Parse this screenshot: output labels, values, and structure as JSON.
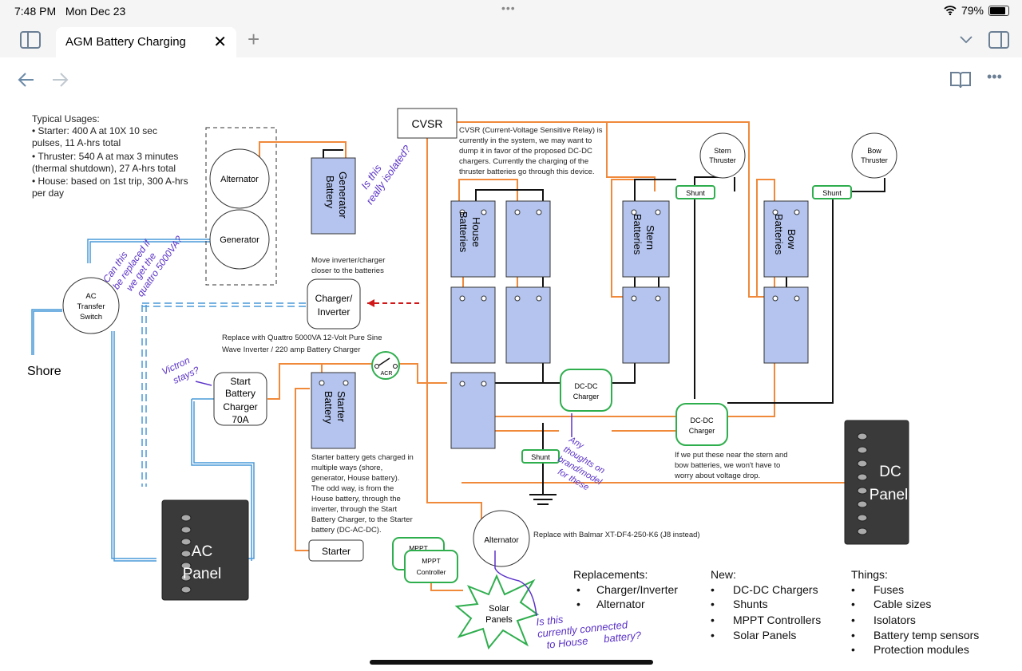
{
  "status_bar": {
    "time": "7:48 PM",
    "date": "Mon Dec 23",
    "dots": "•••",
    "battery": "79%",
    "battery_level": 0.79
  },
  "browser": {
    "tab_title": "AGM Battery Charging",
    "close_icon": "✕",
    "new_tab_icon": "+",
    "icons": [
      "sidebar-icon",
      "close-icon",
      "plus-icon",
      "chevron-down-icon",
      "tab-overview-icon",
      "back-arrow-icon",
      "forward-arrow-icon",
      "reader-book-icon",
      "more-icon"
    ]
  },
  "colors": {
    "orange_wire": "#f0893a",
    "black_wire": "#111111",
    "ac_wire": "#4a9ad8",
    "battery_fill": "#b4c4ee",
    "green": "#2fae4e",
    "annotation": "#5a32c8",
    "dc_arrow": "#d01818",
    "panel": "#3a3a3a"
  },
  "diagram": {
    "usages": {
      "title": "Typical Usages:",
      "lines": [
        "•  Starter: 400 A at 10X 10 sec",
        "    pulses, 11 A-hrs total",
        "•  Thruster: 540 A at max 3 minutes",
        "    (thermal shutdown), 27 A-hrs total",
        "•  House: based on 1st trip, 300 A-hrs",
        "    per day"
      ]
    },
    "alternator_top": "Alternator",
    "generator": "Generator",
    "generator_battery": [
      "Generator",
      "Battery"
    ],
    "cvsr": "CVSR",
    "cvsr_note": [
      "CVSR (Current-Voltage Sensitive Relay) is",
      "currently in the system, we may want to",
      "dump it in favor of the proposed DC-DC",
      "chargers.  Currently the charging of the",
      "thruster batteries go through this device."
    ],
    "house_batteries": [
      "House",
      "Batteries"
    ],
    "stern_batteries": [
      "Stern",
      "Batteries"
    ],
    "bow_batteries": [
      "Bow",
      "Batteries"
    ],
    "stern_thruster": [
      "Stern",
      "Thruster"
    ],
    "bow_thruster": [
      "Bow",
      "Thruster"
    ],
    "shunt": "Shunt",
    "dc_dc_charger": [
      "DC-DC",
      "Charger"
    ],
    "ac_transfer_switch": [
      "AC",
      "Transfer",
      "Switch"
    ],
    "shore": "Shore",
    "move_note": [
      "Move inverter/charger",
      "closer to the batteries"
    ],
    "charger_inverter": [
      "Charger/",
      "Inverter"
    ],
    "quattro_note": [
      "Replace with Quattro 5000VA 12-Volt Pure Sine",
      "Wave Inverter / 220 amp Battery Charger"
    ],
    "acr": "ACR",
    "start_battery_charger": [
      "Start",
      "Battery",
      "Charger",
      "70A"
    ],
    "starter_battery": [
      "Starter",
      "Battery"
    ],
    "starter_note": [
      "Starter battery gets charged in",
      "multiple ways (shore,",
      "generator, House battery).",
      "The odd way, is from the",
      "House battery, through the",
      "inverter, through the Start",
      "Battery Charger, to the Starter",
      "battery (DC-AC-DC)."
    ],
    "starter": "Starter",
    "dc_dc_note": [
      "If we put these near the stern and",
      "bow batteries, we won't have to",
      "worry about voltage drop."
    ],
    "dc_panel": [
      "DC",
      "Panel"
    ],
    "ac_panel": [
      "AC",
      "Panel"
    ],
    "alternator_bottom": "Alternator",
    "balmar_note": "Replace with Balmar XT-DF4-250-K6 (J8 instead)",
    "mppt_back": "MPPT",
    "mppt": [
      "MPPT",
      "Controller"
    ],
    "solar": [
      "Solar",
      "Panels"
    ],
    "replacements": {
      "title": "Replacements:",
      "items": [
        "Charger/Inverter",
        "Alternator"
      ]
    },
    "new": {
      "title": "New:",
      "items": [
        "DC-DC Chargers",
        "Shunts",
        "MPPT Controllers",
        "Solar Panels"
      ]
    },
    "things": {
      "title": "Things:",
      "items": [
        "Fuses",
        "Cable sizes",
        "Isolators",
        "Battery temp sensors",
        "Protection modules"
      ]
    },
    "annotations": {
      "isolated": [
        "Is this",
        "really isolated?"
      ],
      "quattro": [
        "Can this",
        "be replaced if",
        "we get the",
        "quattro 5000VA?"
      ],
      "victron": [
        "Victron",
        "stays?"
      ],
      "thoughts": [
        "Any",
        "thoughts on",
        "brand/model",
        "for these"
      ],
      "alternator": [
        "Is this",
        "currently connected",
        "to House",
        "battery?"
      ]
    }
  }
}
